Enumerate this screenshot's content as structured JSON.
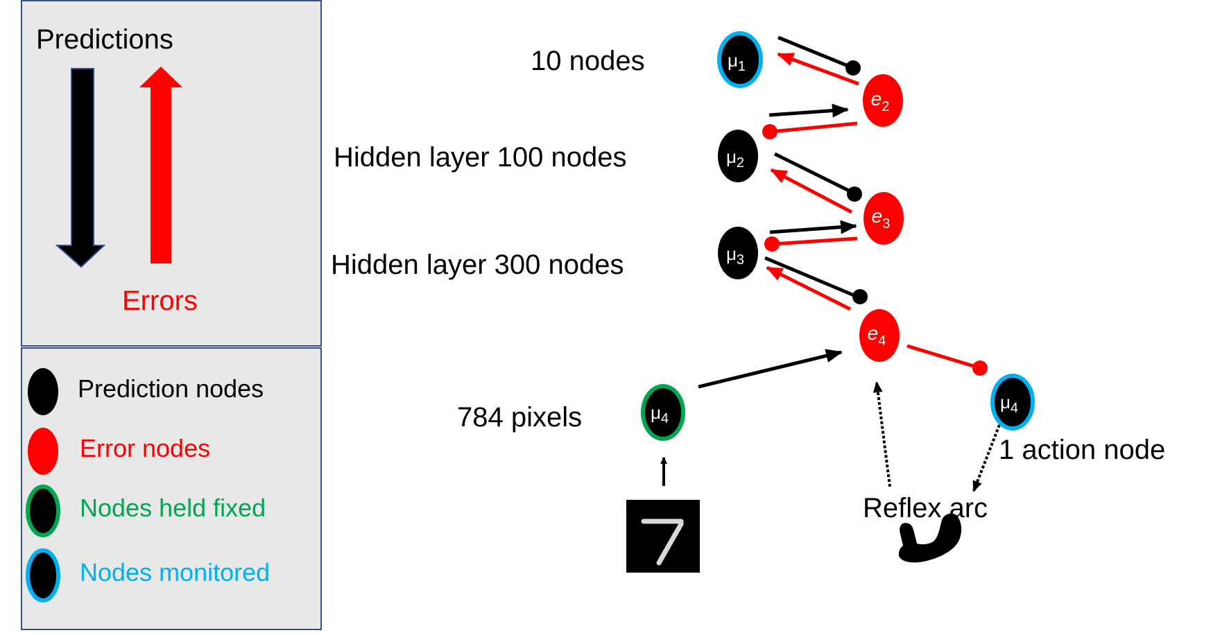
{
  "legend_flow": {
    "predictions_label": "Predictions",
    "errors_label": "Errors",
    "prediction_arrow_color": "#000000",
    "error_arrow_color": "#ff0000"
  },
  "legend_nodes": {
    "items": [
      {
        "label": "Prediction nodes",
        "fill": "#000000",
        "ring": "#000000",
        "text_color": "#000000"
      },
      {
        "label": "Error nodes",
        "fill": "#ff0000",
        "ring": "#ff0000",
        "text_color": "#ff0000"
      },
      {
        "label": "Nodes held fixed",
        "fill": "#000000",
        "ring": "#00a651",
        "text_color": "#00a651"
      },
      {
        "label": "Nodes monitored",
        "fill": "#000000",
        "ring": "#00b0f0",
        "text_color": "#00b0f0"
      }
    ]
  },
  "layer_labels": {
    "top": "10 nodes",
    "hidden1": "Hidden layer 100 nodes",
    "hidden2": "Hidden layer 300 nodes",
    "input": "784 pixels",
    "action": "1 action node",
    "reflex": "Reflex arc"
  },
  "nodes": {
    "mu1": {
      "symbol": "μ",
      "sub": "1"
    },
    "e2": {
      "symbol": "e",
      "sub": "2"
    },
    "mu2": {
      "symbol": "μ",
      "sub": "2"
    },
    "e3": {
      "symbol": "e",
      "sub": "3"
    },
    "mu3": {
      "symbol": "μ",
      "sub": "3"
    },
    "e4": {
      "symbol": "e",
      "sub": "4"
    },
    "mu4_input": {
      "symbol": "μ",
      "sub": "4"
    },
    "mu4_action": {
      "symbol": "μ",
      "sub": "4"
    }
  },
  "digit_image": {
    "digit": "7"
  },
  "colors": {
    "prediction": "#000000",
    "error": "#ff0000",
    "held_fixed": "#00a651",
    "monitored": "#00b0f0",
    "legend_bg": "#e8e8e8",
    "legend_border": "#2f4f8f"
  }
}
